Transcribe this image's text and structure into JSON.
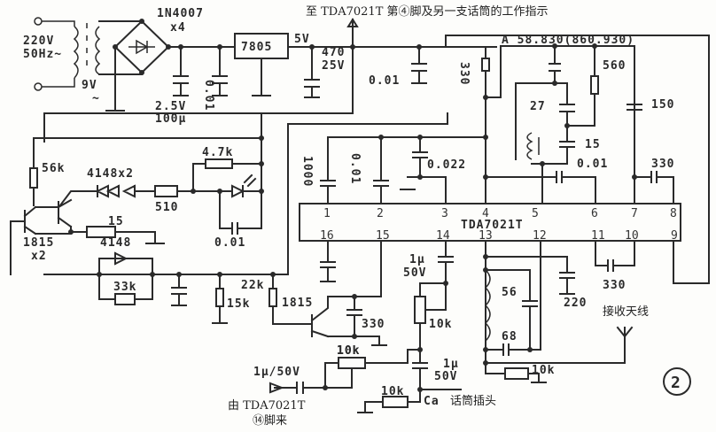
{
  "figure_number": "2",
  "top_note": "至 TDA7021T 第④脚及另一支话筒的工作指示",
  "power": {
    "input": "220V",
    "input_freq": "50Hz~",
    "secondary": "9V",
    "secondary_ac": "~",
    "bridge": "1N4007",
    "bridge_count": "x4",
    "filter_cap_value": "0.01",
    "electrolytic_v": "2.5V",
    "electrolytic_c": "100μ",
    "regulator": "7805",
    "reg_out": "5V",
    "out_cap_c": "470",
    "out_cap_v": "25V",
    "decoupling": "0.01"
  },
  "ic": {
    "name": "TDA7021T",
    "pins_top": [
      "1",
      "2",
      "3",
      "4",
      "5",
      "6",
      "7",
      "8"
    ],
    "pins_bottom": [
      "16",
      "15",
      "14",
      "13",
      "12",
      "11",
      "10",
      "9"
    ]
  },
  "tuner": {
    "freq_label": "A 58.830(860.930)",
    "r_330": "330",
    "r_560": "560",
    "c_27": "27",
    "c_15": "15",
    "c_150": "150",
    "c_001": "0.01",
    "c_330_top": "330",
    "c_1000": "1000",
    "c_001_pin2": "0.01",
    "c_0022": "0.022"
  },
  "indicator": {
    "r_56k": "56k",
    "diodes": "4148x2",
    "r_510": "510",
    "r_4_7k": "4.7k",
    "c_001": "0.01",
    "r_15": "15",
    "transistors": "1815",
    "transistor_count": "x2",
    "diode_4148": "4148",
    "r_33k": "33k",
    "r_15k": "15k",
    "r_22k": "22k"
  },
  "audio": {
    "transistor": "1815",
    "c_330": "330",
    "r_10k_emitter": "10k",
    "c_1u_v": "1μ",
    "c_1u_50v": "50V",
    "pot_10k": "10k",
    "pot_10k_input": "10k",
    "input_cap": "1μ/50V",
    "input_from_1": "由 TDA7021T",
    "input_from_2": "⑭脚来",
    "out_cap_c": "1μ",
    "out_cap_v": "50V",
    "r_10k_out": "10k",
    "ca_label": "Ca",
    "mic_jack": "话筒插头"
  },
  "antenna": {
    "label": "接收天线",
    "c_56": "56",
    "c_68": "68",
    "c_220": "220",
    "c_330_pin10": "330",
    "r_10k": "10k"
  }
}
